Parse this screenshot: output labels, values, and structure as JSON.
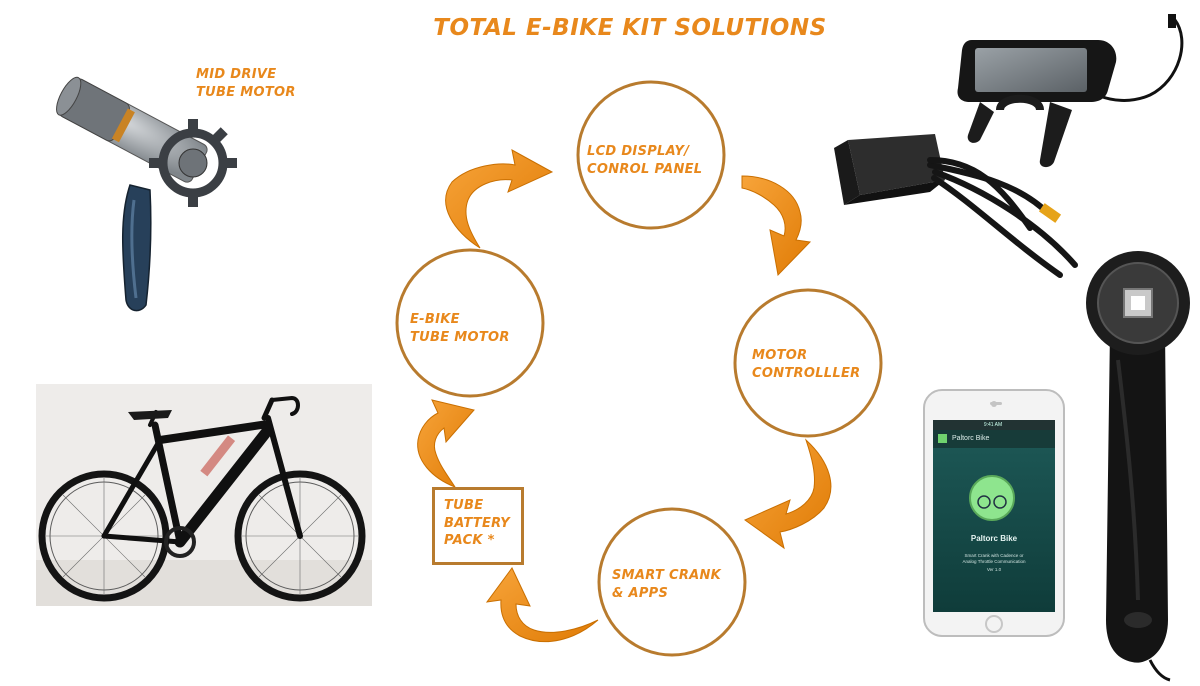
{
  "title": "TOTAL E-BIKE KIT SOLUTIONS",
  "nodes": {
    "lcd": "LCD DISPLAY/\nCONROL PANEL",
    "controller": "MOTOR\nCONTROLLLER",
    "crank": "SMART CRANK\n& APPS",
    "battery": "TUBE\nBATTERY\nPACK *",
    "tube_motor": "E-BIKE\nTUBE MOTOR"
  },
  "mid_drive_label": "MID DRIVE\nTUBE MOTOR",
  "phone": {
    "app_name": "Paltorc Bike",
    "app_title": "Paltorc Bike",
    "time": "9:41 AM",
    "subtitle": "Smart Crank with Cadence or\nAnalog Throttle Communication",
    "version": "Ver 1.0"
  },
  "colors": {
    "accent": "#e8881c",
    "circle_stroke": "#b87b2e",
    "arrow_fill": "#f0900f"
  }
}
